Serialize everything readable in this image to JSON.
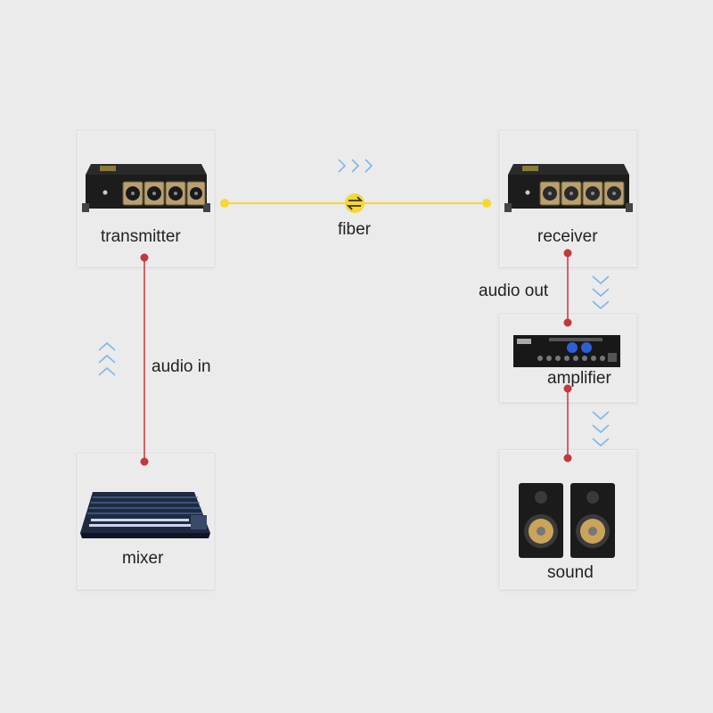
{
  "nodes": {
    "transmitter": {
      "label": "transmitter"
    },
    "receiver": {
      "label": "receiver"
    },
    "mixer": {
      "label": "mixer"
    },
    "amplifier": {
      "label": "amplifier"
    },
    "sound": {
      "label": "sound"
    }
  },
  "links": {
    "fiber": {
      "label": "fiber"
    },
    "audio_in": {
      "label": "audio in"
    },
    "audio_out": {
      "label": "audio out"
    }
  },
  "colors": {
    "fiber_line": "#f5d833",
    "audio_line": "#c4373d",
    "arrow": "#7fb6e6",
    "card_bg": "#ebebeb"
  }
}
